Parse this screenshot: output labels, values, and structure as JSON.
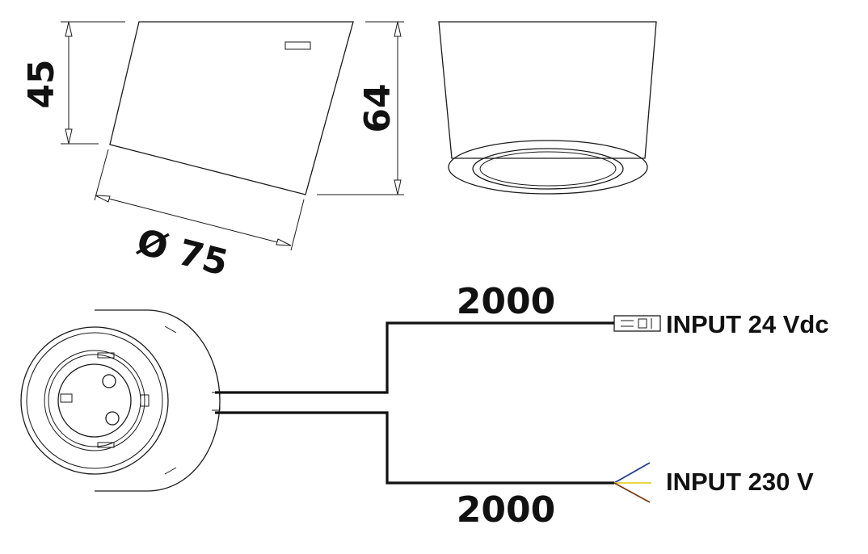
{
  "dimensions": {
    "height_short": "45",
    "height_tall": "64",
    "diameter": "Ø 75"
  },
  "cables": {
    "top_length": "2000",
    "bottom_length": "2000"
  },
  "inputs": {
    "low_voltage": "INPUT 24 Vdc",
    "mains": "INPUT 230 V"
  },
  "wire_colors": {
    "blue": "#1f3a8a",
    "yellow": "#e5d22e",
    "brown": "#7a3b12"
  }
}
